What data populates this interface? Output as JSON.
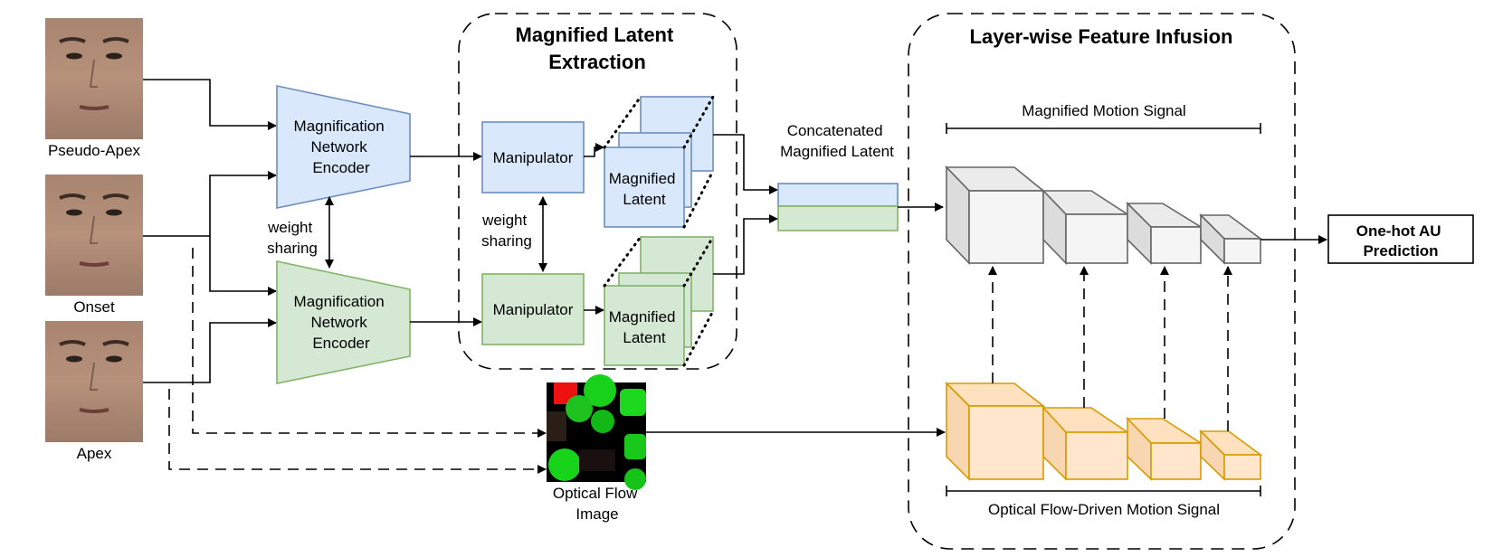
{
  "inputs": {
    "pseudo_apex": "Pseudo-Apex",
    "onset": "Onset",
    "apex": "Apex"
  },
  "encoder": {
    "line1": "Magnification",
    "line2": "Network",
    "line3": "Encoder"
  },
  "weight_sharing": {
    "line1": "weight",
    "line2": "sharing"
  },
  "extraction": {
    "title_line1": "Magnified Latent",
    "title_line2": "Extraction",
    "manipulator": "Manipulator",
    "latent_line1": "Magnified",
    "latent_line2": "Latent"
  },
  "concat": {
    "line1": "Concatenated",
    "line2": "Magnified Latent"
  },
  "infusion": {
    "title": "Layer-wise Feature Infusion",
    "magnified_signal": "Magnified Motion Signal",
    "optical_signal": "Optical Flow-Driven Motion Signal"
  },
  "optical_flow": {
    "line1": "Optical Flow",
    "line2": "Image"
  },
  "output": {
    "line1": "One-hot AU",
    "line2": "Prediction"
  },
  "colors": {
    "blue_fill": "#dae8fc",
    "blue_stroke": "#6c8ebf",
    "green_fill": "#d5e8d4",
    "green_stroke": "#82b366",
    "gray_fill": "#f5f5f5",
    "gray_stroke": "#666666",
    "orange_fill": "#ffe6cc",
    "orange_stroke": "#d79b00"
  }
}
